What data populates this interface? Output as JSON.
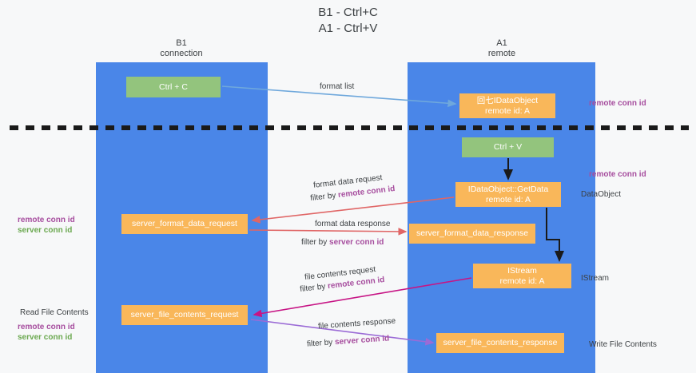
{
  "title": "B1 - Ctrl+C\nA1 - Ctrl+V",
  "columns": {
    "left": {
      "head": "B1\nconnection"
    },
    "right": {
      "head": "A1\nremote"
    }
  },
  "nodes": {
    "ctrl_c": {
      "label": "Ctrl + C"
    },
    "idataobject": {
      "label": "回七IDataObject\nremote id: A"
    },
    "ctrl_v": {
      "label": "Ctrl + V"
    },
    "getdata": {
      "label": "IDataObject::GetData\nremote id: A"
    },
    "fmt_request": {
      "label": "server_format_data_request"
    },
    "fmt_response": {
      "label": "server_format_data_response"
    },
    "istream": {
      "label": "IStream\nremote id: A"
    },
    "file_request": {
      "label": "server_file_contents_request"
    },
    "file_response": {
      "label": "server_file_contents_response"
    }
  },
  "edges": {
    "format_list": "format list",
    "format_data_request": "format data request",
    "format_data_response": "format data response",
    "file_contents_request": "file contents request",
    "file_contents_response": "file contents response",
    "filter_by": "filter by ",
    "remote_conn_id": "remote conn id",
    "server_conn_id": "server conn id"
  },
  "annotations": {
    "remote_conn_id": "remote conn id",
    "server_conn_id": "server conn id",
    "dataobject": "DataObject",
    "istream": "IStream",
    "read_file_contents": "Read File Contents",
    "write_file_contents": "Write File Contents"
  },
  "colors": {
    "column": "#4a86e8",
    "green_node": "#93c47d",
    "orange_node": "#f9b75a",
    "remote_conn_id": "#a64d9e",
    "server_conn_id": "#6aa84f",
    "divider": "#1a1a1a",
    "arrow_light_blue": "#6fa8dc",
    "arrow_red": "#e06666",
    "arrow_magenta": "#c71585",
    "arrow_purple": "#9b6bd6",
    "arrow_black": "#1a1a1a"
  }
}
